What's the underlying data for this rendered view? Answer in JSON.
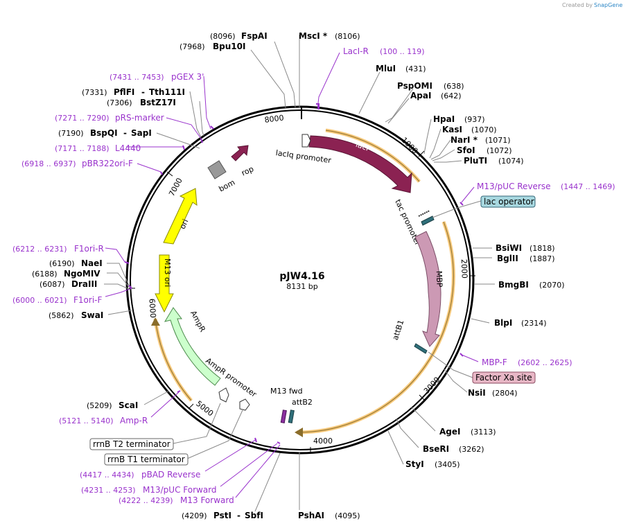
{
  "credit": "Created by",
  "credit_brand": "SnapGene",
  "plasmid": {
    "name": "pJW4.16",
    "length_label": "8131 bp"
  },
  "ticks": [
    "1000",
    "2000",
    "3000",
    "4000",
    "5000",
    "6000",
    "7000",
    "8000"
  ],
  "enzymes": [
    {
      "pos": "(8096)",
      "name": "FspAI"
    },
    {
      "pos": "(7968)",
      "name": "Bpu10I"
    },
    {
      "name": "MscI *",
      "pos": "(8106)"
    },
    {
      "name": "MluI",
      "pos": "(431)"
    },
    {
      "name": "PspOMI",
      "pos": "(638)"
    },
    {
      "name": "ApaI",
      "pos": "(642)"
    },
    {
      "name": "HpaI",
      "pos": "(937)"
    },
    {
      "name": "KasI",
      "pos": "(1070)"
    },
    {
      "name": "NarI *",
      "pos": "(1071)"
    },
    {
      "name": "SfoI",
      "pos": "(1072)"
    },
    {
      "name": "PluTI",
      "pos": "(1074)"
    },
    {
      "name": "BsiWI",
      "pos": "(1818)"
    },
    {
      "name": "BglII",
      "pos": "(1887)"
    },
    {
      "name": "BmgBI",
      "pos": "(2070)"
    },
    {
      "name": "BlpI",
      "pos": "(2314)"
    },
    {
      "name": "NsiI",
      "pos": "(2804)"
    },
    {
      "name": "AgeI",
      "pos": "(3113)"
    },
    {
      "name": "BseRI",
      "pos": "(3262)"
    },
    {
      "name": "StyI",
      "pos": "(3405)"
    },
    {
      "name": "PshAI",
      "pos": "(4095)"
    },
    {
      "pos": "(4209)",
      "name": "PstI",
      "sep": "-",
      "name2": "SbfI"
    },
    {
      "pos": "(5209)",
      "name": "ScaI"
    },
    {
      "pos": "(5862)",
      "name": "SwaI"
    },
    {
      "pos": "(6087)",
      "name": "DraIII"
    },
    {
      "pos": "(6188)",
      "name": "NgoMIV"
    },
    {
      "pos": "(6190)",
      "name": "NaeI"
    },
    {
      "pos": "(7190)",
      "name": "BspQI",
      "sep": "-",
      "name2": "SapI"
    },
    {
      "pos": "(7306)",
      "name": "BstZ17I"
    },
    {
      "pos": "(7331)",
      "name": "PflFI",
      "sep": "-",
      "name2": "Tth111I"
    }
  ],
  "primers": [
    {
      "name": "LacI-R",
      "range": "(100 .. 119)"
    },
    {
      "name": "M13/pUC Reverse",
      "range": "(1447 .. 1469)"
    },
    {
      "name": "MBP-F",
      "range": "(2602 .. 2625)"
    },
    {
      "range": "(4417 .. 4434)",
      "name": "pBAD Reverse"
    },
    {
      "range": "(4231 .. 4253)",
      "name": "M13/pUC Forward"
    },
    {
      "range": "(4222 .. 4239)",
      "name": "M13 Forward"
    },
    {
      "range": "(5121 .. 5140)",
      "name": "Amp-R"
    },
    {
      "range": "(6000 .. 6021)",
      "name": "F1ori-F"
    },
    {
      "range": "(6212 .. 6231)",
      "name": "F1ori-R"
    },
    {
      "range": "(6918 .. 6937)",
      "name": "pBR322ori-F"
    },
    {
      "range": "(7171 .. 7188)",
      "name": "L4440"
    },
    {
      "range": "(7271 .. 7290)",
      "name": "pRS-marker"
    },
    {
      "range": "(7431 .. 7453)",
      "name": "pGEX 3'"
    }
  ],
  "features": {
    "lacI": "lacI",
    "laciq_promoter": "lacIq promoter",
    "tac_promoter": "tac promoter",
    "mbp": "MBP",
    "attb1": "attB1",
    "m13_fwd": "M13 fwd",
    "attb2": "attB2",
    "ampr": "AmpR",
    "ampr_promoter": "AmpR promoter",
    "m13_ori": "M13 ori",
    "ori": "ori",
    "bom": "bom",
    "rop": "rop"
  },
  "boxed_labels": {
    "lac_operator": "lac operator",
    "factor_xa": "Factor Xa site",
    "rrnb_t2": "rrnB T2 terminator",
    "rrnb_t1": "rrnB T1 terminator"
  },
  "colors": {
    "lacI": "#8b2252",
    "mbp": "#cc99b4",
    "ampr": "#ccffcc",
    "ori": "#ffff00",
    "m13_ori": "#ffff00",
    "bom": "#999999",
    "primer": "#9932cc",
    "orf_highlight": "#f5c26b",
    "lac_operator_box": "#a8d8e0",
    "factor_xa_box": "#e8b7c6"
  }
}
